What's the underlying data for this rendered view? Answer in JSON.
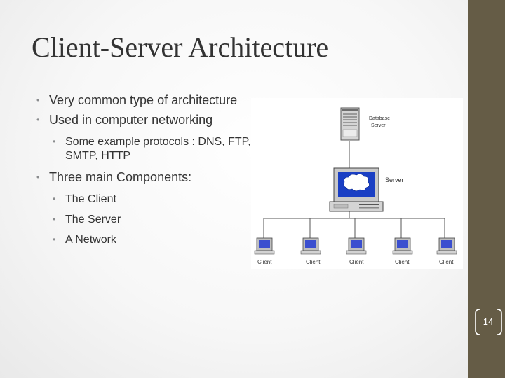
{
  "slide": {
    "title": "Client-Server Architecture",
    "page_number": "14",
    "accent_color": "#655c46"
  },
  "bullets": [
    {
      "level": 1,
      "text": "Very common type of architecture"
    },
    {
      "level": 1,
      "text": "Used in computer networking"
    },
    {
      "level": 2,
      "text": "Some example protocols : DNS, FTP, SMTP, HTTP"
    },
    {
      "level": 1,
      "text": "Three main Components:"
    },
    {
      "level": 2,
      "text": "The Client"
    },
    {
      "level": 2,
      "text": "The Server"
    },
    {
      "level": 2,
      "text": "A Network"
    }
  ],
  "diagram": {
    "database_label_line1": "Database",
    "database_label_line2": "Server",
    "server_label": "Server",
    "clients": [
      "Client",
      "Client",
      "Client",
      "Client",
      "Client"
    ]
  }
}
